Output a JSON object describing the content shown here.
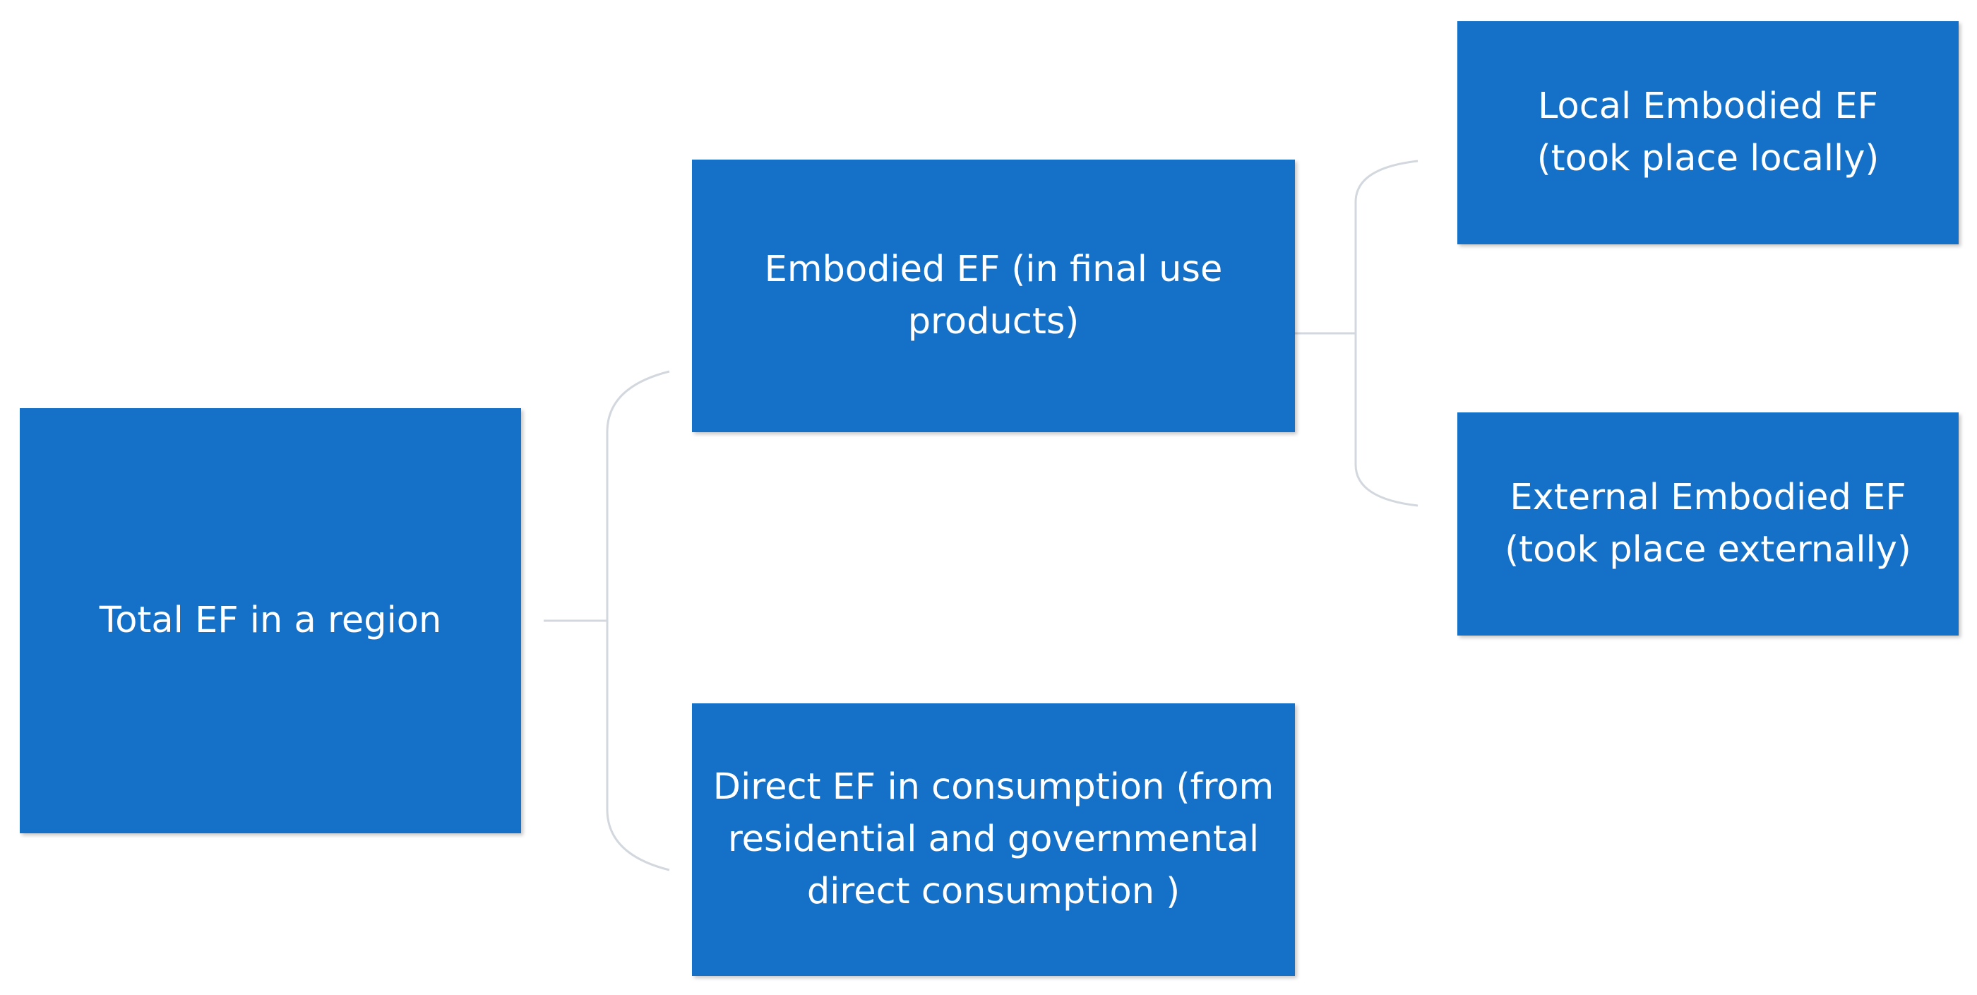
{
  "diagram": {
    "colors": {
      "node_fill": "#1570C7",
      "node_text": "#FFFFFF",
      "connector": "#D3D7DE",
      "background": "#FFFFFF"
    },
    "nodes": {
      "total": "Total EF in a region",
      "embodied": "Embodied EF (in final use\nproducts)",
      "direct": "Direct EF in consumption (from\nresidential and governmental\ndirect consumption )",
      "local": "Local Embodied EF\n(took place locally)",
      "external": "External Embodied EF\n(took place externally)"
    },
    "edges": [
      {
        "from": "total",
        "to": "embodied"
      },
      {
        "from": "total",
        "to": "direct"
      },
      {
        "from": "embodied",
        "to": "local"
      },
      {
        "from": "embodied",
        "to": "external"
      }
    ]
  }
}
